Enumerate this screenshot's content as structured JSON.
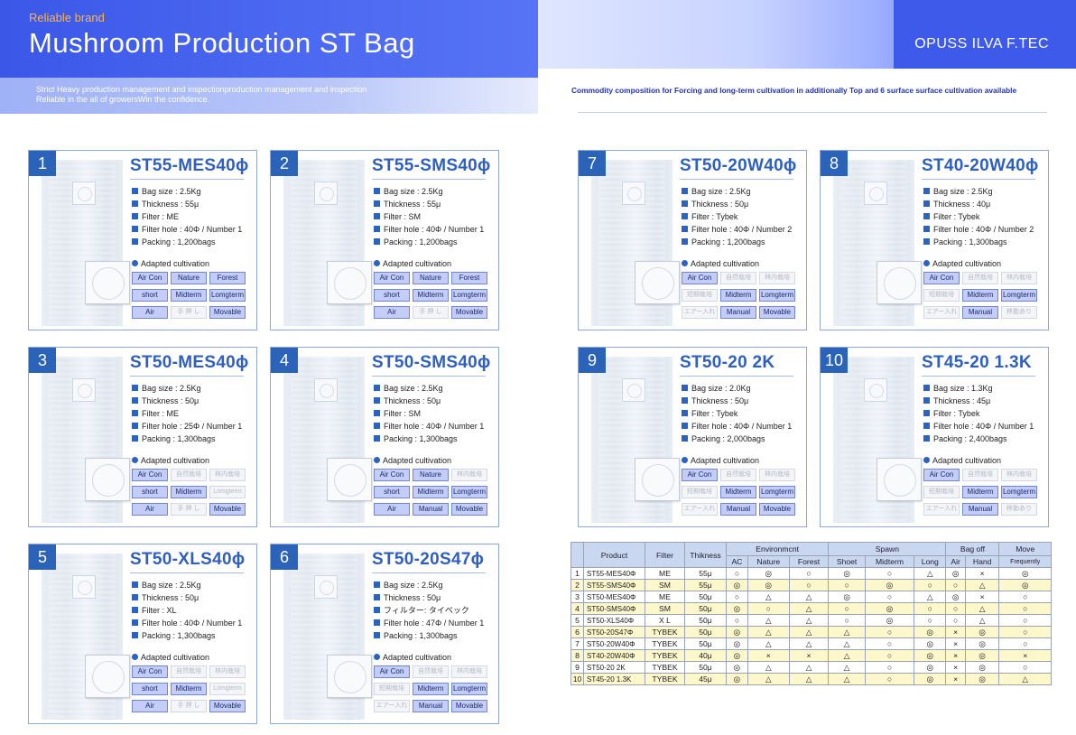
{
  "header": {
    "brand": "Reliable brand",
    "title": "Mushroom Production ST Bag",
    "company": "OPUSS ILVA F.TEC",
    "sub_line1": "Strict Heavy production management and inspectionproduction management and inspection",
    "sub_line2": "Reliable in the all of growersWin the confidence.",
    "right_sub": "Commodity composition for Forcing and long-term cultivation in additionally Top and 6 surface surface cultivation available"
  },
  "adapted_label": "Adapted cultivation",
  "products": [
    {
      "num": "1",
      "model": "ST55-MES40ϕ",
      "specs": [
        "Bag size : 2.5Kg",
        "Thickness : 55μ",
        "Filter : ME",
        "Filter hole : 40Φ / Number 1",
        "Packing : 1,200bags"
      ],
      "tags": [
        [
          {
            "t": "Air Con",
            "on": true
          },
          {
            "t": "Nature",
            "on": true
          },
          {
            "t": "Forest",
            "on": true
          }
        ],
        [
          {
            "t": "short",
            "on": true
          },
          {
            "t": "Midterm",
            "on": true
          },
          {
            "t": "Lomgterm",
            "on": true
          }
        ],
        [
          {
            "t": "Air",
            "on": true
          },
          {
            "t": "手 押 し",
            "on": false
          },
          {
            "t": "Movable",
            "on": true
          }
        ]
      ]
    },
    {
      "num": "2",
      "model": "ST55-SMS40ϕ",
      "specs": [
        "Bag size : 2.5Kg",
        "Thickness : 55μ",
        "Filter : SM",
        "Filter hole : 40Φ / Number 1",
        "Packing : 1,200bags"
      ],
      "tags": [
        [
          {
            "t": "Air Con",
            "on": true
          },
          {
            "t": "Nature",
            "on": true
          },
          {
            "t": "Forest",
            "on": true
          }
        ],
        [
          {
            "t": "short",
            "on": true
          },
          {
            "t": "Midterm",
            "on": true
          },
          {
            "t": "Lomgterm",
            "on": true
          }
        ],
        [
          {
            "t": "Air",
            "on": true
          },
          {
            "t": "手 押 し",
            "on": false
          },
          {
            "t": "Movable",
            "on": true
          }
        ]
      ]
    },
    {
      "num": "3",
      "model": "ST50-MES40ϕ",
      "specs": [
        "Bag size : 2.5Kg",
        "Thickness : 50μ",
        "Filter : ME",
        "Filter hole : 25Φ / Number 1",
        "Packing : 1,300bags"
      ],
      "tags": [
        [
          {
            "t": "Air Con",
            "on": true
          },
          {
            "t": "自然栽培",
            "on": false
          },
          {
            "t": "林内栽培",
            "on": false
          }
        ],
        [
          {
            "t": "short",
            "on": true
          },
          {
            "t": "Midterm",
            "on": true
          },
          {
            "t": "Lomgterm",
            "on": false
          }
        ],
        [
          {
            "t": "Air",
            "on": true
          },
          {
            "t": "手 押 し",
            "on": false
          },
          {
            "t": "Movable",
            "on": true
          }
        ]
      ]
    },
    {
      "num": "4",
      "model": "ST50-SMS40ϕ",
      "specs": [
        "Bag size : 2.5Kg",
        "Thickness : 50μ",
        "Filter : SM",
        "Filter hole : 40Φ / Number 1",
        "Packing : 1,300bags"
      ],
      "tags": [
        [
          {
            "t": "Air Con",
            "on": true
          },
          {
            "t": "Nature",
            "on": true
          },
          {
            "t": "林内栽培",
            "on": false
          }
        ],
        [
          {
            "t": "short",
            "on": true
          },
          {
            "t": "Midterm",
            "on": true
          },
          {
            "t": "Lomgterm",
            "on": true
          }
        ],
        [
          {
            "t": "Air",
            "on": true
          },
          {
            "t": "Manual",
            "on": true
          },
          {
            "t": "Movable",
            "on": true
          }
        ]
      ]
    },
    {
      "num": "5",
      "model": "ST50-XLS40ϕ",
      "specs": [
        "Bag size : 2.5Kg",
        "Thickness : 50μ",
        "Filter : XL",
        "Filter hole : 40Φ / Number 1",
        "Packing : 1,300bags"
      ],
      "tags": [
        [
          {
            "t": "Air Con",
            "on": true
          },
          {
            "t": "自然栽培",
            "on": false
          },
          {
            "t": "林内栽培",
            "on": false
          }
        ],
        [
          {
            "t": "short",
            "on": true
          },
          {
            "t": "Midterm",
            "on": true
          },
          {
            "t": "Lomgterm",
            "on": false
          }
        ],
        [
          {
            "t": "Air",
            "on": true
          },
          {
            "t": "手 押 し",
            "on": false
          },
          {
            "t": "Movable",
            "on": true
          }
        ]
      ]
    },
    {
      "num": "6",
      "model": "ST50-20S47ϕ",
      "specs": [
        "Bag size : 2.5Kg",
        "Thickness : 50μ",
        "フィルター: タイベック",
        "Filter hole : 47Φ / Number 1",
        "Packing : 1,300bags"
      ],
      "tags": [
        [
          {
            "t": "Air Con",
            "on": true
          },
          {
            "t": "自然栽培",
            "on": false
          },
          {
            "t": "林内栽培",
            "on": false
          }
        ],
        [
          {
            "t": "短期栽培",
            "on": false
          },
          {
            "t": "Midterm",
            "on": true
          },
          {
            "t": "Lomgterm",
            "on": true
          }
        ],
        [
          {
            "t": "エアー入れ",
            "on": false
          },
          {
            "t": "Manual",
            "on": true
          },
          {
            "t": "Movable",
            "on": true
          }
        ]
      ]
    },
    {
      "num": "7",
      "model": "ST50-20W40ϕ",
      "specs": [
        "Bag size : 2.5Kg",
        "Thickness : 50μ",
        "Filter : Tybek",
        "Filter hole : 40Φ / Number 2",
        "Packing : 1,200bags"
      ],
      "tags": [
        [
          {
            "t": "Air Con",
            "on": true
          },
          {
            "t": "自然栽培",
            "on": false
          },
          {
            "t": "林内栽培",
            "on": false
          }
        ],
        [
          {
            "t": "短期栽培",
            "on": false
          },
          {
            "t": "Midterm",
            "on": true
          },
          {
            "t": "Lomgterm",
            "on": true
          }
        ],
        [
          {
            "t": "エアー入れ",
            "on": false
          },
          {
            "t": "Manual",
            "on": true
          },
          {
            "t": "Movable",
            "on": true
          }
        ]
      ]
    },
    {
      "num": "8",
      "model": "ST40-20W40ϕ",
      "specs": [
        "Bag size : 2.5Kg",
        "Thickness : 40μ",
        "Filter : Tybek",
        "Filter hole : 40Φ / Number 2",
        "Packing : 1,300bags"
      ],
      "tags": [
        [
          {
            "t": "Air Con",
            "on": true
          },
          {
            "t": "自然栽培",
            "on": false
          },
          {
            "t": "林内栽培",
            "on": false
          }
        ],
        [
          {
            "t": "短期栽培",
            "on": false
          },
          {
            "t": "Midterm",
            "on": true
          },
          {
            "t": "Lomgterm",
            "on": true
          }
        ],
        [
          {
            "t": "エアー入れ",
            "on": false
          },
          {
            "t": "Manual",
            "on": true
          },
          {
            "t": "移動あり",
            "on": false
          }
        ]
      ]
    },
    {
      "num": "9",
      "model": "ST50-20 2K",
      "specs": [
        "Bag size : 2.0Kg",
        "Thickness : 50μ",
        "Filter : Tybek",
        "Filter hole : 40Φ / Number 1",
        "Packing : 2,000bags"
      ],
      "tags": [
        [
          {
            "t": "Air Con",
            "on": true
          },
          {
            "t": "自然栽培",
            "on": false
          },
          {
            "t": "林内栽培",
            "on": false
          }
        ],
        [
          {
            "t": "短期栽培",
            "on": false
          },
          {
            "t": "Midterm",
            "on": true
          },
          {
            "t": "Lomgterm",
            "on": true
          }
        ],
        [
          {
            "t": "エアー入れ",
            "on": false
          },
          {
            "t": "Manual",
            "on": true
          },
          {
            "t": "Movable",
            "on": true
          }
        ]
      ]
    },
    {
      "num": "10",
      "model": "ST45-20 1.3K",
      "specs": [
        "Bag size : 1.3Kg",
        "Thickness : 45μ",
        "Filter : Tybek",
        "Filter hole : 40Φ / Number 1",
        "Packing : 2,400bags"
      ],
      "tags": [
        [
          {
            "t": "Air Con",
            "on": true
          },
          {
            "t": "自然栽培",
            "on": false
          },
          {
            "t": "林内栽培",
            "on": false
          }
        ],
        [
          {
            "t": "短期栽培",
            "on": false
          },
          {
            "t": "Midterm",
            "on": true
          },
          {
            "t": "Lomgterm",
            "on": true
          }
        ],
        [
          {
            "t": "エアー入れ",
            "on": false
          },
          {
            "t": "Manual",
            "on": true
          },
          {
            "t": "移動あり",
            "on": false
          }
        ]
      ]
    }
  ],
  "table": {
    "headers": {
      "product": "Product",
      "filter": "Filter",
      "thickness": "Thikness",
      "environment": "Environmcnt",
      "spawn": "Spawn",
      "bagoff": "Bag off",
      "move": "Move",
      "ac": "AC",
      "nature": "Nature",
      "forest": "Forest",
      "shoet": "Shoet",
      "midterm": "Midterm",
      "long": "Long",
      "air": "Air",
      "hand": "Hand",
      "frequently": "Frequently"
    },
    "rows": [
      [
        "1",
        "ST55-MES40Φ",
        "ME",
        "55μ",
        "○",
        "◎",
        "○",
        "◎",
        "○",
        "△",
        "◎",
        "×",
        "◎"
      ],
      [
        "2",
        "ST55-SMS40Φ",
        "SM",
        "55μ",
        "◎",
        "◎",
        "○",
        "○",
        "◎",
        "○",
        "○",
        "△",
        "◎"
      ],
      [
        "3",
        "ST50-MES40Φ",
        "ME",
        "50μ",
        "○",
        "△",
        "△",
        "◎",
        "○",
        "△",
        "◎",
        "×",
        "○"
      ],
      [
        "4",
        "ST50-SMS40Φ",
        "SM",
        "50μ",
        "◎",
        "○",
        "△",
        "○",
        "◎",
        "○",
        "○",
        "△",
        "○"
      ],
      [
        "5",
        "ST50-XLS40Φ",
        "X L",
        "50μ",
        "○",
        "△",
        "△",
        "○",
        "◎",
        "○",
        "○",
        "△",
        "○"
      ],
      [
        "6",
        "ST50-20S47Φ",
        "TYBEK",
        "50μ",
        "◎",
        "△",
        "△",
        "△",
        "○",
        "◎",
        "×",
        "◎",
        "○"
      ],
      [
        "7",
        "ST50-20W40Φ",
        "TYBEK",
        "50μ",
        "◎",
        "△",
        "△",
        "△",
        "○",
        "◎",
        "×",
        "◎",
        "○"
      ],
      [
        "8",
        "ST40-20W40Φ",
        "TYBEK",
        "40μ",
        "◎",
        "×",
        "×",
        "△",
        "○",
        "◎",
        "×",
        "◎",
        "×"
      ],
      [
        "9",
        "ST50-20 2K",
        "TYBEK",
        "50μ",
        "◎",
        "△",
        "△",
        "△",
        "○",
        "◎",
        "×",
        "◎",
        "○"
      ],
      [
        "10",
        "ST45-20 1.3K",
        "TYBEK",
        "45μ",
        "◎",
        "△",
        "△",
        "△",
        "○",
        "◎",
        "×",
        "◎",
        "△"
      ]
    ]
  }
}
